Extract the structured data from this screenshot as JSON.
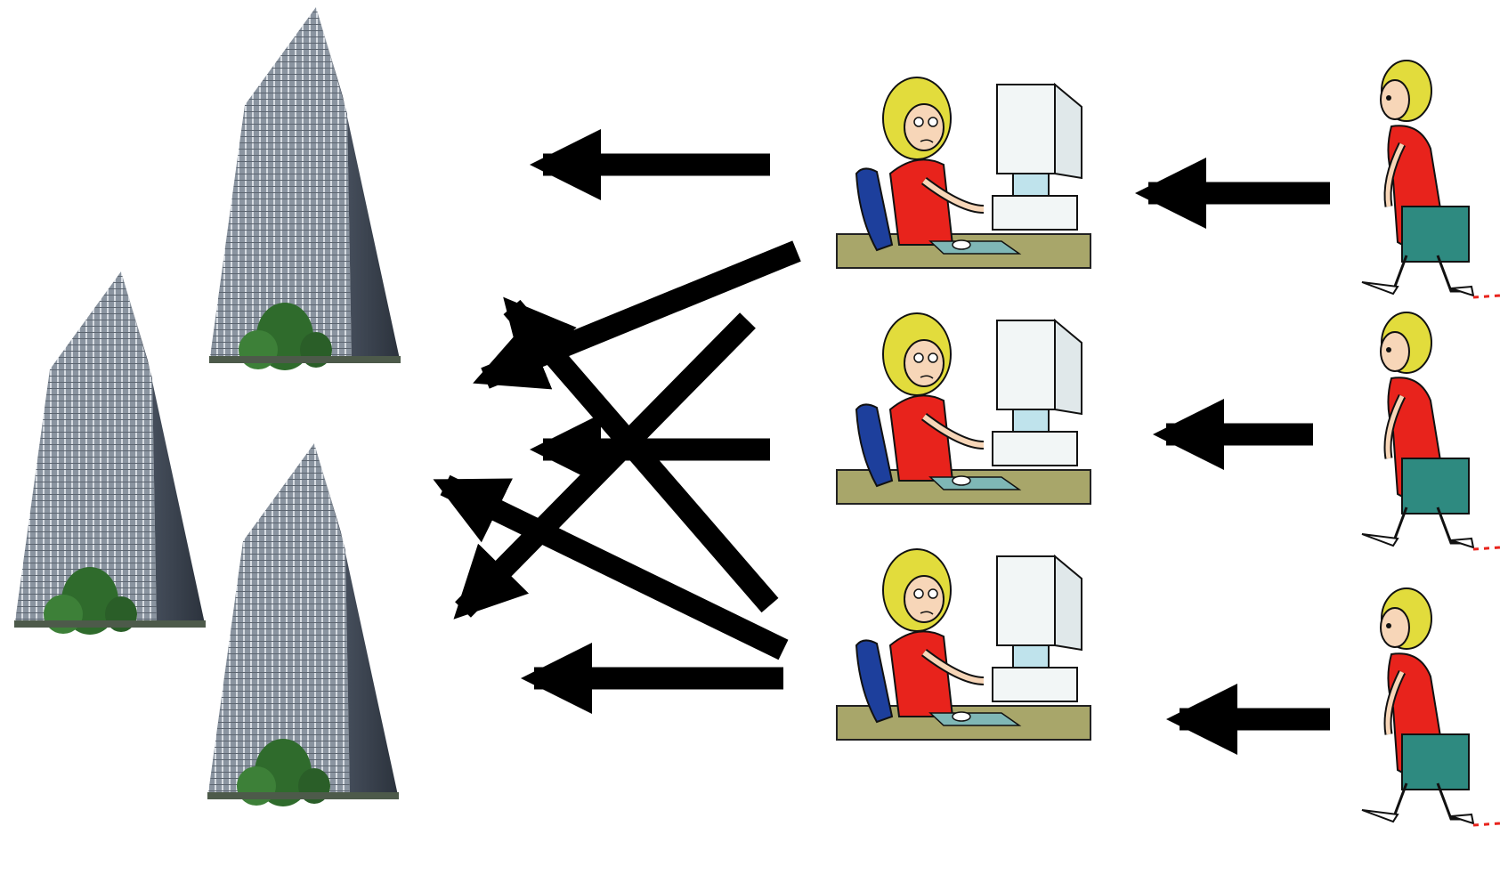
{
  "diagram": {
    "background_color": "#ffffff",
    "arrow_color": "#000000",
    "buildings": [
      {
        "id": "building-top",
        "icon": "office-building-icon"
      },
      {
        "id": "building-left",
        "icon": "office-building-icon"
      },
      {
        "id": "building-bottom",
        "icon": "office-building-icon"
      }
    ],
    "workers": [
      {
        "id": "worker-top",
        "icon": "woman-at-computer-icon"
      },
      {
        "id": "worker-middle",
        "icon": "woman-at-computer-icon"
      },
      {
        "id": "worker-bottom",
        "icon": "woman-at-computer-icon"
      }
    ],
    "walkers": [
      {
        "id": "walker-top",
        "icon": "walking-woman-with-briefcase-icon"
      },
      {
        "id": "walker-middle",
        "icon": "walking-woman-with-briefcase-icon"
      },
      {
        "id": "walker-bottom",
        "icon": "walking-woman-with-briefcase-icon"
      }
    ],
    "colors": {
      "hair": "#e2dc3c",
      "dress": "#e8231c",
      "chair": "#1d3f9c",
      "desk": "#a8a66a",
      "monitor": "#f2f6f6",
      "briefcase": "#2e8a80",
      "building_glass": "#7a8593",
      "building_side": "#3a4350",
      "tree": "#2f6b2c"
    }
  }
}
